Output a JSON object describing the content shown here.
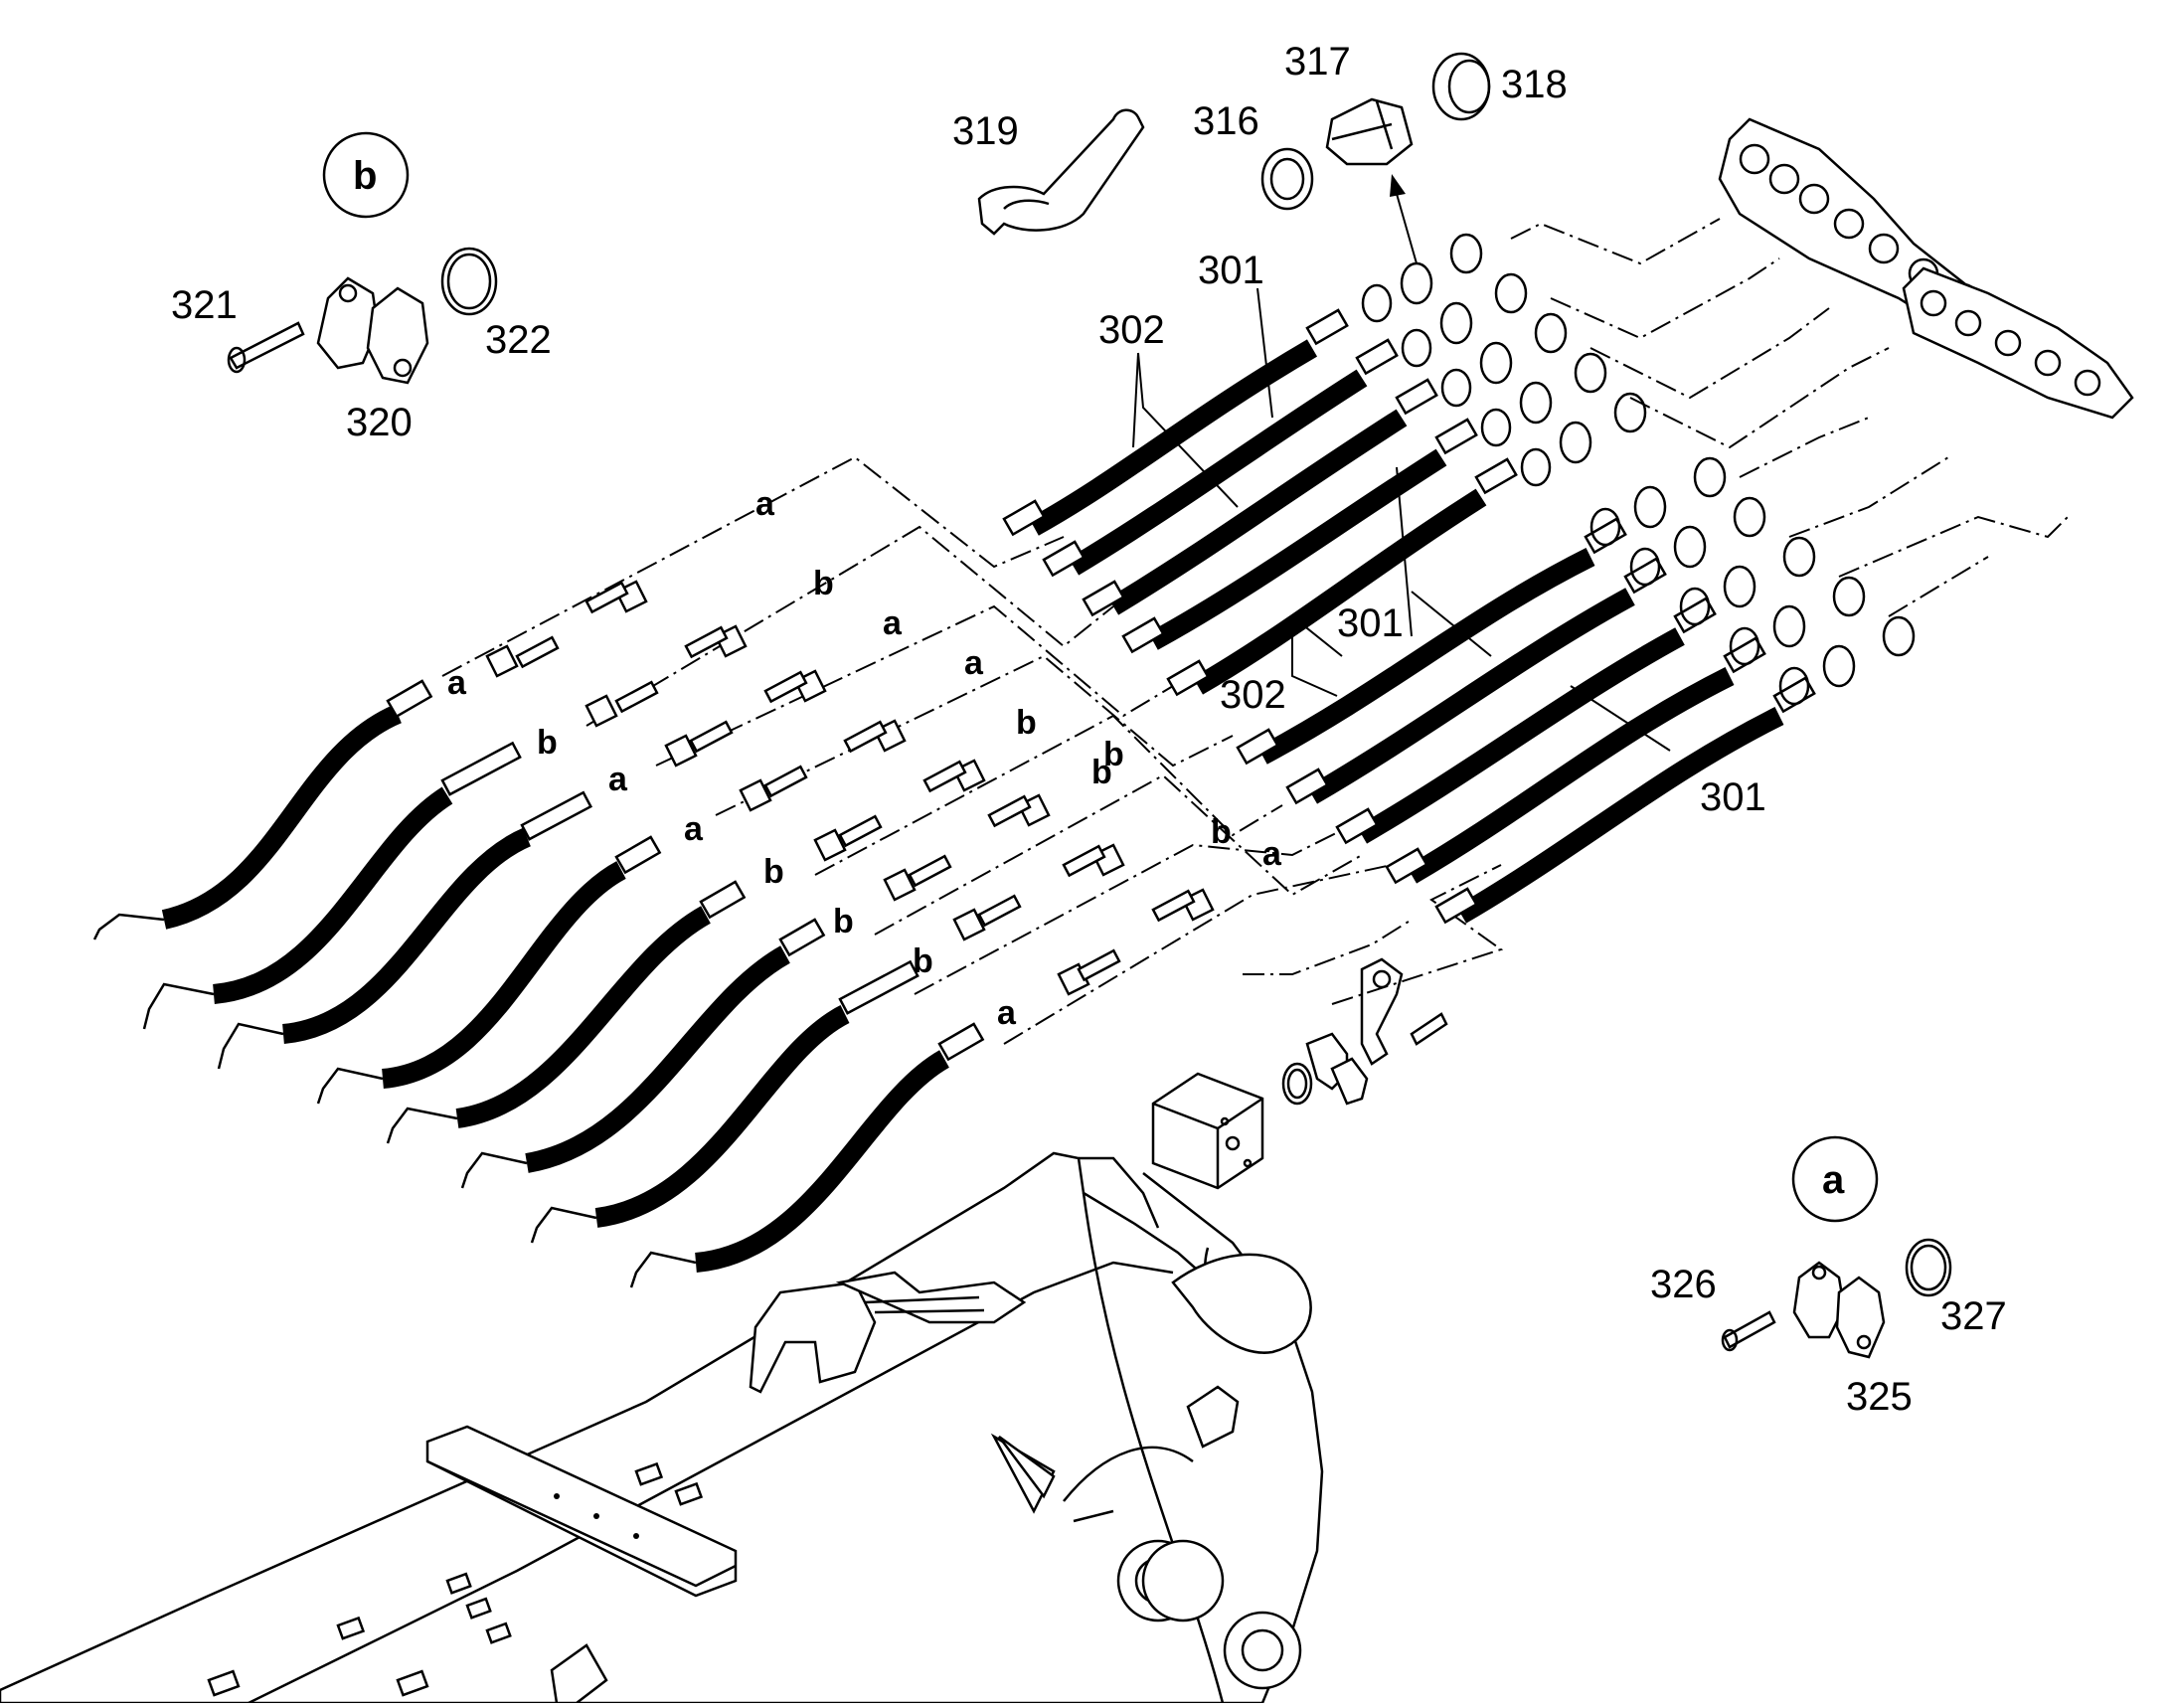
{
  "callouts": [
    {
      "id": "c317",
      "text": "317"
    },
    {
      "id": "c318",
      "text": "318"
    },
    {
      "id": "c316",
      "text": "316"
    },
    {
      "id": "c319",
      "text": "319"
    },
    {
      "id": "c321",
      "text": "321"
    },
    {
      "id": "c322",
      "text": "322"
    },
    {
      "id": "c320",
      "text": "320"
    },
    {
      "id": "c301a",
      "text": "301"
    },
    {
      "id": "c302a",
      "text": "302"
    },
    {
      "id": "c301b",
      "text": "301"
    },
    {
      "id": "c302b",
      "text": "302"
    },
    {
      "id": "c301c",
      "text": "301"
    },
    {
      "id": "c326",
      "text": "326"
    },
    {
      "id": "c327",
      "text": "327"
    },
    {
      "id": "c325",
      "text": "325"
    }
  ],
  "detail_markers": [
    {
      "id": "detail-b",
      "letter": "b"
    },
    {
      "id": "detail-a",
      "letter": "a"
    }
  ],
  "line_labels": [
    "a",
    "b",
    "a",
    "a",
    "b",
    "a",
    "b",
    "a",
    "a",
    "b",
    "b",
    "b",
    "b",
    "a",
    "a",
    "b",
    "b",
    "a"
  ],
  "colors": {
    "ink": "#000000",
    "paper": "#ffffff"
  }
}
